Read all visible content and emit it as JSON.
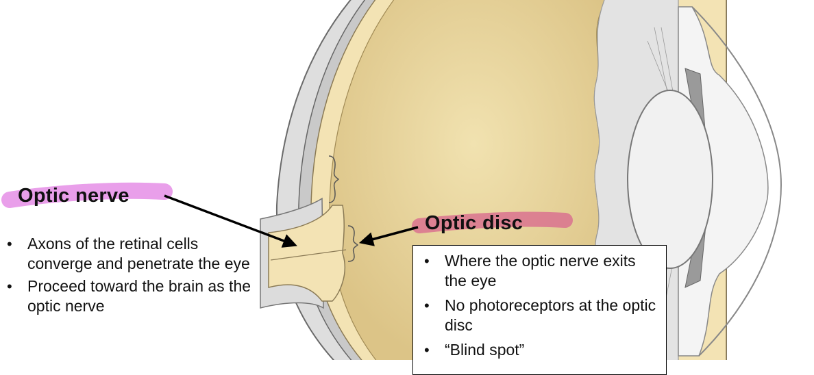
{
  "labels": {
    "optic_nerve": {
      "heading": "Optic nerve",
      "bullets": [
        "Axons of the retinal cells converge and penetrate the eye",
        "Proceed toward the brain as the optic nerve"
      ]
    },
    "optic_disc": {
      "heading": "Optic disc",
      "bullets": [
        "Where the optic nerve exits the eye",
        "No photoreceptors at the optic disc",
        "“Blind spot”"
      ]
    }
  },
  "colors": {
    "vitreous": "#e6d197",
    "retina": "#f3e3b4",
    "sclera": "#dcdcdc",
    "highlight_pink": "#e58ee6",
    "highlight_rose": "#d9728f",
    "lens": "#f0f0f0"
  }
}
